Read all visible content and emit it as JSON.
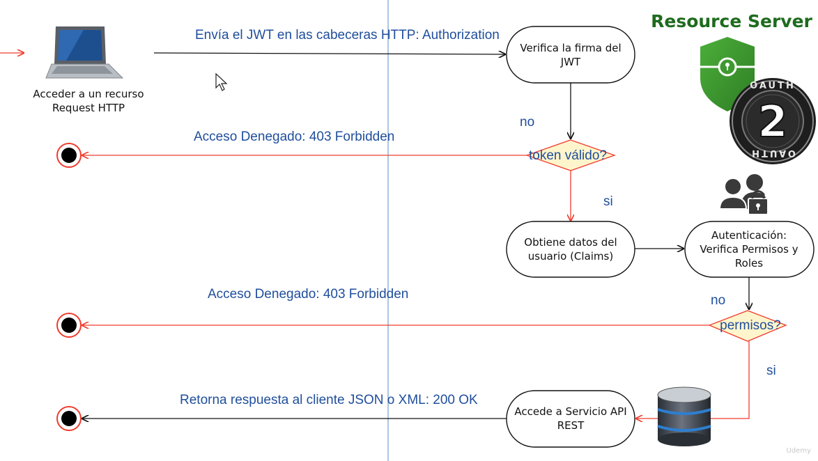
{
  "title": "Resource Server",
  "client": {
    "line1": "Acceder a un recurso",
    "line2": "Request HTTP"
  },
  "edges": {
    "send_jwt": "Envía el JWT en las cabeceras HTTP: Authorization",
    "denied_token": "Acceso Denegado: 403 Forbidden",
    "denied_permissions": "Acceso Denegado: 403 Forbidden",
    "response": "Retorna respuesta al cliente JSON o XML: 200 OK"
  },
  "nodes": {
    "verify_signature": [
      "Verifica la firma del",
      "JWT"
    ],
    "get_claims": [
      "Obtiene datos del",
      "usuario (Claims)"
    ],
    "authentication": [
      "Autenticación:",
      "Verifica Permisos y",
      "Roles"
    ],
    "access_api": [
      "Accede a Servicio API",
      "REST"
    ]
  },
  "decisions": {
    "token_valid": "token válido?",
    "permissions": "permisos?"
  },
  "branch_labels": {
    "token_no": "no",
    "token_yes": "si",
    "permissions_no": "no",
    "permissions_yes": "si"
  },
  "oauth_badge": {
    "number": "2",
    "ring_text": "OAUTH"
  },
  "watermark": "Udemy",
  "colors": {
    "red_flow": "#f03c2e",
    "black_flow": "#111111",
    "label_blue": "#1f4e9c",
    "title_green": "#1e6b1e",
    "shield_green": "#3d9a2e",
    "decision_fill": "#fff5cc",
    "vertical_line": "#8fb3d9"
  },
  "icons": [
    "laptop-icon",
    "cursor-icon",
    "shield-lock-icon",
    "oauth2-icon",
    "users-lock-icon",
    "database-icon",
    "end-state-icon"
  ]
}
